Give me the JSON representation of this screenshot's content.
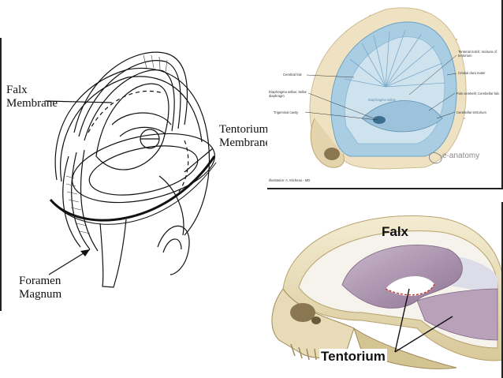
{
  "left_diagram": {
    "labels": {
      "falx": [
        "Falx",
        "Membrane"
      ],
      "tentorium": [
        "Tentorium",
        "Membrane"
      ],
      "foramen": [
        "Foramen",
        "Magnum"
      ]
    }
  },
  "top_right_diagram": {
    "labels": {
      "cerebral_falx": "Cerebral falx",
      "tentorial_notch": [
        "Tentorial notch; Incisura of",
        "tentorium"
      ],
      "cranial_dura": "Cranial dura mater",
      "diaphragma": [
        "Diaphragma sellae; Sellar",
        "diaphragm"
      ],
      "falx_cerebelli": "Falx cerebelli; Cerebellar falx",
      "trigeminal": "Trigeminal cavity",
      "cerebellar_tentorium": "Cerebellar tentorium",
      "center_label": "Diaphragma sellae"
    },
    "credit": "Illustration: A. Micheau - MD",
    "logo": "e-anatomy"
  },
  "bottom_right_diagram": {
    "labels": {
      "falx": "Falx",
      "tentorium": "Tentorium"
    }
  },
  "colors": {
    "bone": "#eee2c2",
    "dura_blue": "#a9cde2",
    "membrane_purple": "#b9a2b9"
  }
}
